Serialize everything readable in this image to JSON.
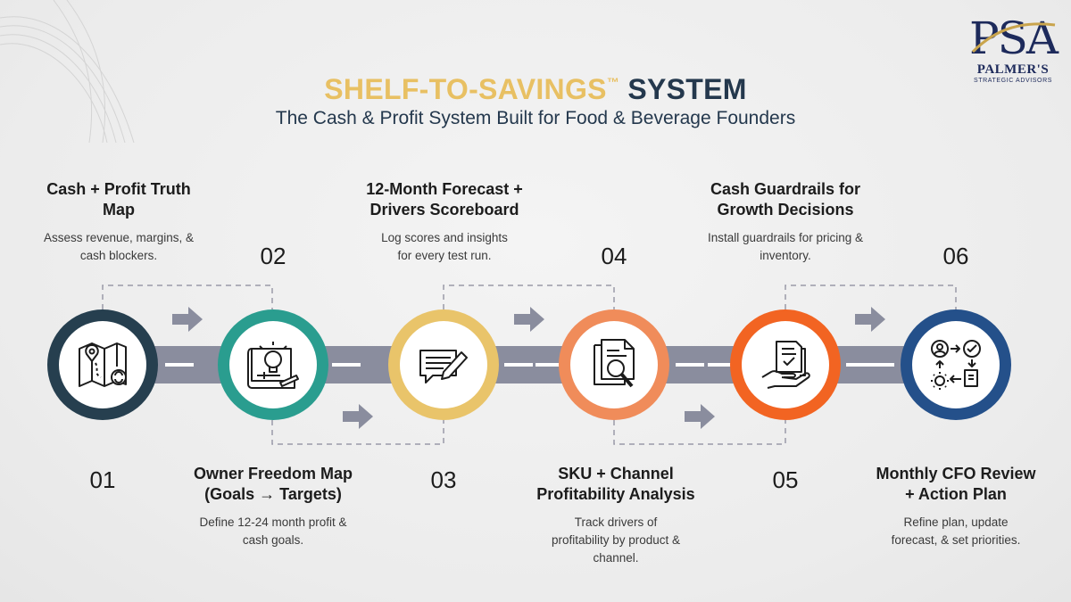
{
  "logo": {
    "mark": "PSA",
    "name": "PALMER'S",
    "sub": "STRATEGIC ADVISORS"
  },
  "header": {
    "title_a": "SHELF-TO-SAVINGS",
    "title_tm": "™",
    "title_b": "SYSTEM",
    "subtitle": "The Cash & Profit System Built for Food & Beverage Founders"
  },
  "colors": {
    "step1": "#263f4f",
    "step2": "#2a9d8f",
    "step3": "#e9c46a",
    "step4": "#f08c5a",
    "step5": "#f26422",
    "step6": "#24508a",
    "road": "#8a8d9e",
    "arrow": "#8a8d9e",
    "connector": "#9a9aa8"
  },
  "steps": [
    {
      "number": "01",
      "title": "Cash + Profit Truth Map",
      "title_l1": "Cash + Profit Truth",
      "title_l2": "Map",
      "desc_l1": "Assess revenue, margins, &",
      "desc_l2": "cash blockers.",
      "desc_l3": "",
      "icon": "map-icon"
    },
    {
      "number": "02",
      "title_l1": "Owner Freedom Map",
      "title_l2": "(Goals → Targets)",
      "desc_l1": "Define 12-24 month profit &",
      "desc_l2": "cash goals.",
      "desc_l3": "",
      "icon": "blueprint-bulb-icon"
    },
    {
      "number": "03",
      "title_l1": "12-Month Forecast +",
      "title_l2": "Drivers Scoreboard",
      "desc_l1": "Log scores and insights",
      "desc_l2": "for every test run.",
      "desc_l3": "",
      "icon": "notepad-pen-icon"
    },
    {
      "number": "04",
      "title_l1": "SKU + Channel",
      "title_l2": "Profitability Analysis",
      "desc_l1": "Track drivers of",
      "desc_l2": "profitability by product &",
      "desc_l3": "channel.",
      "icon": "document-magnifier-icon"
    },
    {
      "number": "05",
      "title_l1": "Cash Guardrails for",
      "title_l2": "Growth Decisions",
      "desc_l1": "Install guardrails for pricing &",
      "desc_l2": "inventory.",
      "desc_l3": "",
      "icon": "hand-document-icon"
    },
    {
      "number": "06",
      "title_l1": "Monthly CFO Review",
      "title_l2": "+ Action Plan",
      "desc_l1": "Refine plan, update",
      "desc_l2": "forecast, & set priorities.",
      "desc_l3": "",
      "icon": "workflow-cycle-icon"
    }
  ]
}
